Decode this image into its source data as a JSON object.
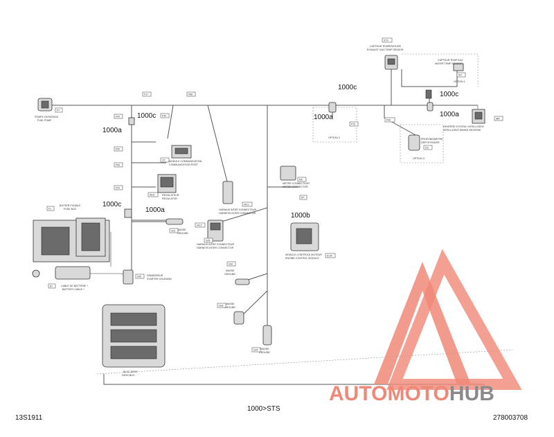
{
  "codes": {
    "c1000c_top": "1000c",
    "c1000c_right": "1000c",
    "c1000c_left_upper": "1000c",
    "c1000c_left_mid": "1000c",
    "c1000a_left_upper": "1000a",
    "c1000a_mid": "1000a",
    "c1000a_right": "1000a",
    "c1000a_left_mid": "1000a",
    "c1000b": "1000b"
  },
  "bottom": {
    "left_code": "13S1911",
    "center_code": "1000>STS",
    "right_code": "278003708"
  },
  "watermark": {
    "part1": "AUTO",
    "part2": "MOTO",
    "part3": "HUB",
    "color_main": "#f08878",
    "color_dark": "#8a8a8a"
  },
  "labels": {
    "fuel_pump": [
      "POMPE D'ESSENCE",
      "FUEL PUMP"
    ],
    "exhaust_sensor": [
      "CAPTEUR TEMPERATURE",
      "EXHAUST GAS TEMP SENSOR"
    ],
    "water_temp": [
      "CAPTEUR TEMP EAU",
      "WATER TEMP SENSOR"
    ],
    "ibr": [
      "REVERSE SYSTEM / INTELLIGENT",
      "INTELLIGENT BRAKE REVERSE"
    ],
    "option1": "OPTION 1",
    "option2": "OPTION 2",
    "option3": "OPTION 3",
    "depth": [
      "PROFONDIMETRE",
      "DEPTH FINDER"
    ],
    "comm_port": [
      "MODULE COMMUNICATION",
      "COMMUNICATION PORT"
    ],
    "regulator": [
      "REGULATEUR",
      "REGULATOR"
    ],
    "inter_connector_1": [
      "HARNAIS INTER CONNECTEUR",
      "HARNESS INTER CONNECTOR"
    ],
    "inter_connector_2": [
      "HARNAIS INTER CONNECTEUR",
      "HARNESS INTER CONNECTOR"
    ],
    "meter_connector": [
      "METER CONNECTEUR",
      "METER CONNECTOR"
    ],
    "ecm": [
      "MODULE CONTROLE MOTEUR",
      "ENGINE CONTROL MODULE"
    ],
    "fuse_box": [
      "BOITIER FUSIBLE",
      "FUSE BOX"
    ],
    "battery_cable": [
      "CABLE DE BATTERIE +",
      "BATTERY CABLE +"
    ],
    "starter": [
      "DEMARREUR",
      "STARTER SOLENOID"
    ],
    "ground1": [
      "MASSE",
      "GROUND"
    ],
    "ground2": [
      "MASSE",
      "GROUND"
    ],
    "ground3": [
      "MASSE",
      "GROUND"
    ],
    "ground4": [
      "MASSE",
      "GROUND"
    ],
    "dess": [
      "BLOC DESS",
      "DESS BOX"
    ]
  },
  "tags": {
    "t_p7": "P7",
    "t_p17": "P17",
    "t_p88": "P88",
    "t_p40": "P40",
    "t_p50": "P50",
    "t_p59": "P59",
    "t_p29": "P29",
    "t_p30": "P30",
    "t_p46": "P46",
    "t_pp": "PP",
    "t_p76": "P76",
    "t_f1": "F1",
    "t_b7": "B7",
    "t_s45": "S45",
    "t_g1": "G01",
    "t_g2": "G02",
    "t_g3": "G03",
    "t_g4": "G04",
    "t_g5": "G05",
    "t_ecm": "ECM",
    "t_ibr": "IBR",
    "t_sts": "STS",
    "t_wt": "WT",
    "t_ds": "DS",
    "t_mc": "MC",
    "t_hic1": "HIC1",
    "t_hic2": "HIC2",
    "t_reg": "REG",
    "t_cp": "CP"
  }
}
